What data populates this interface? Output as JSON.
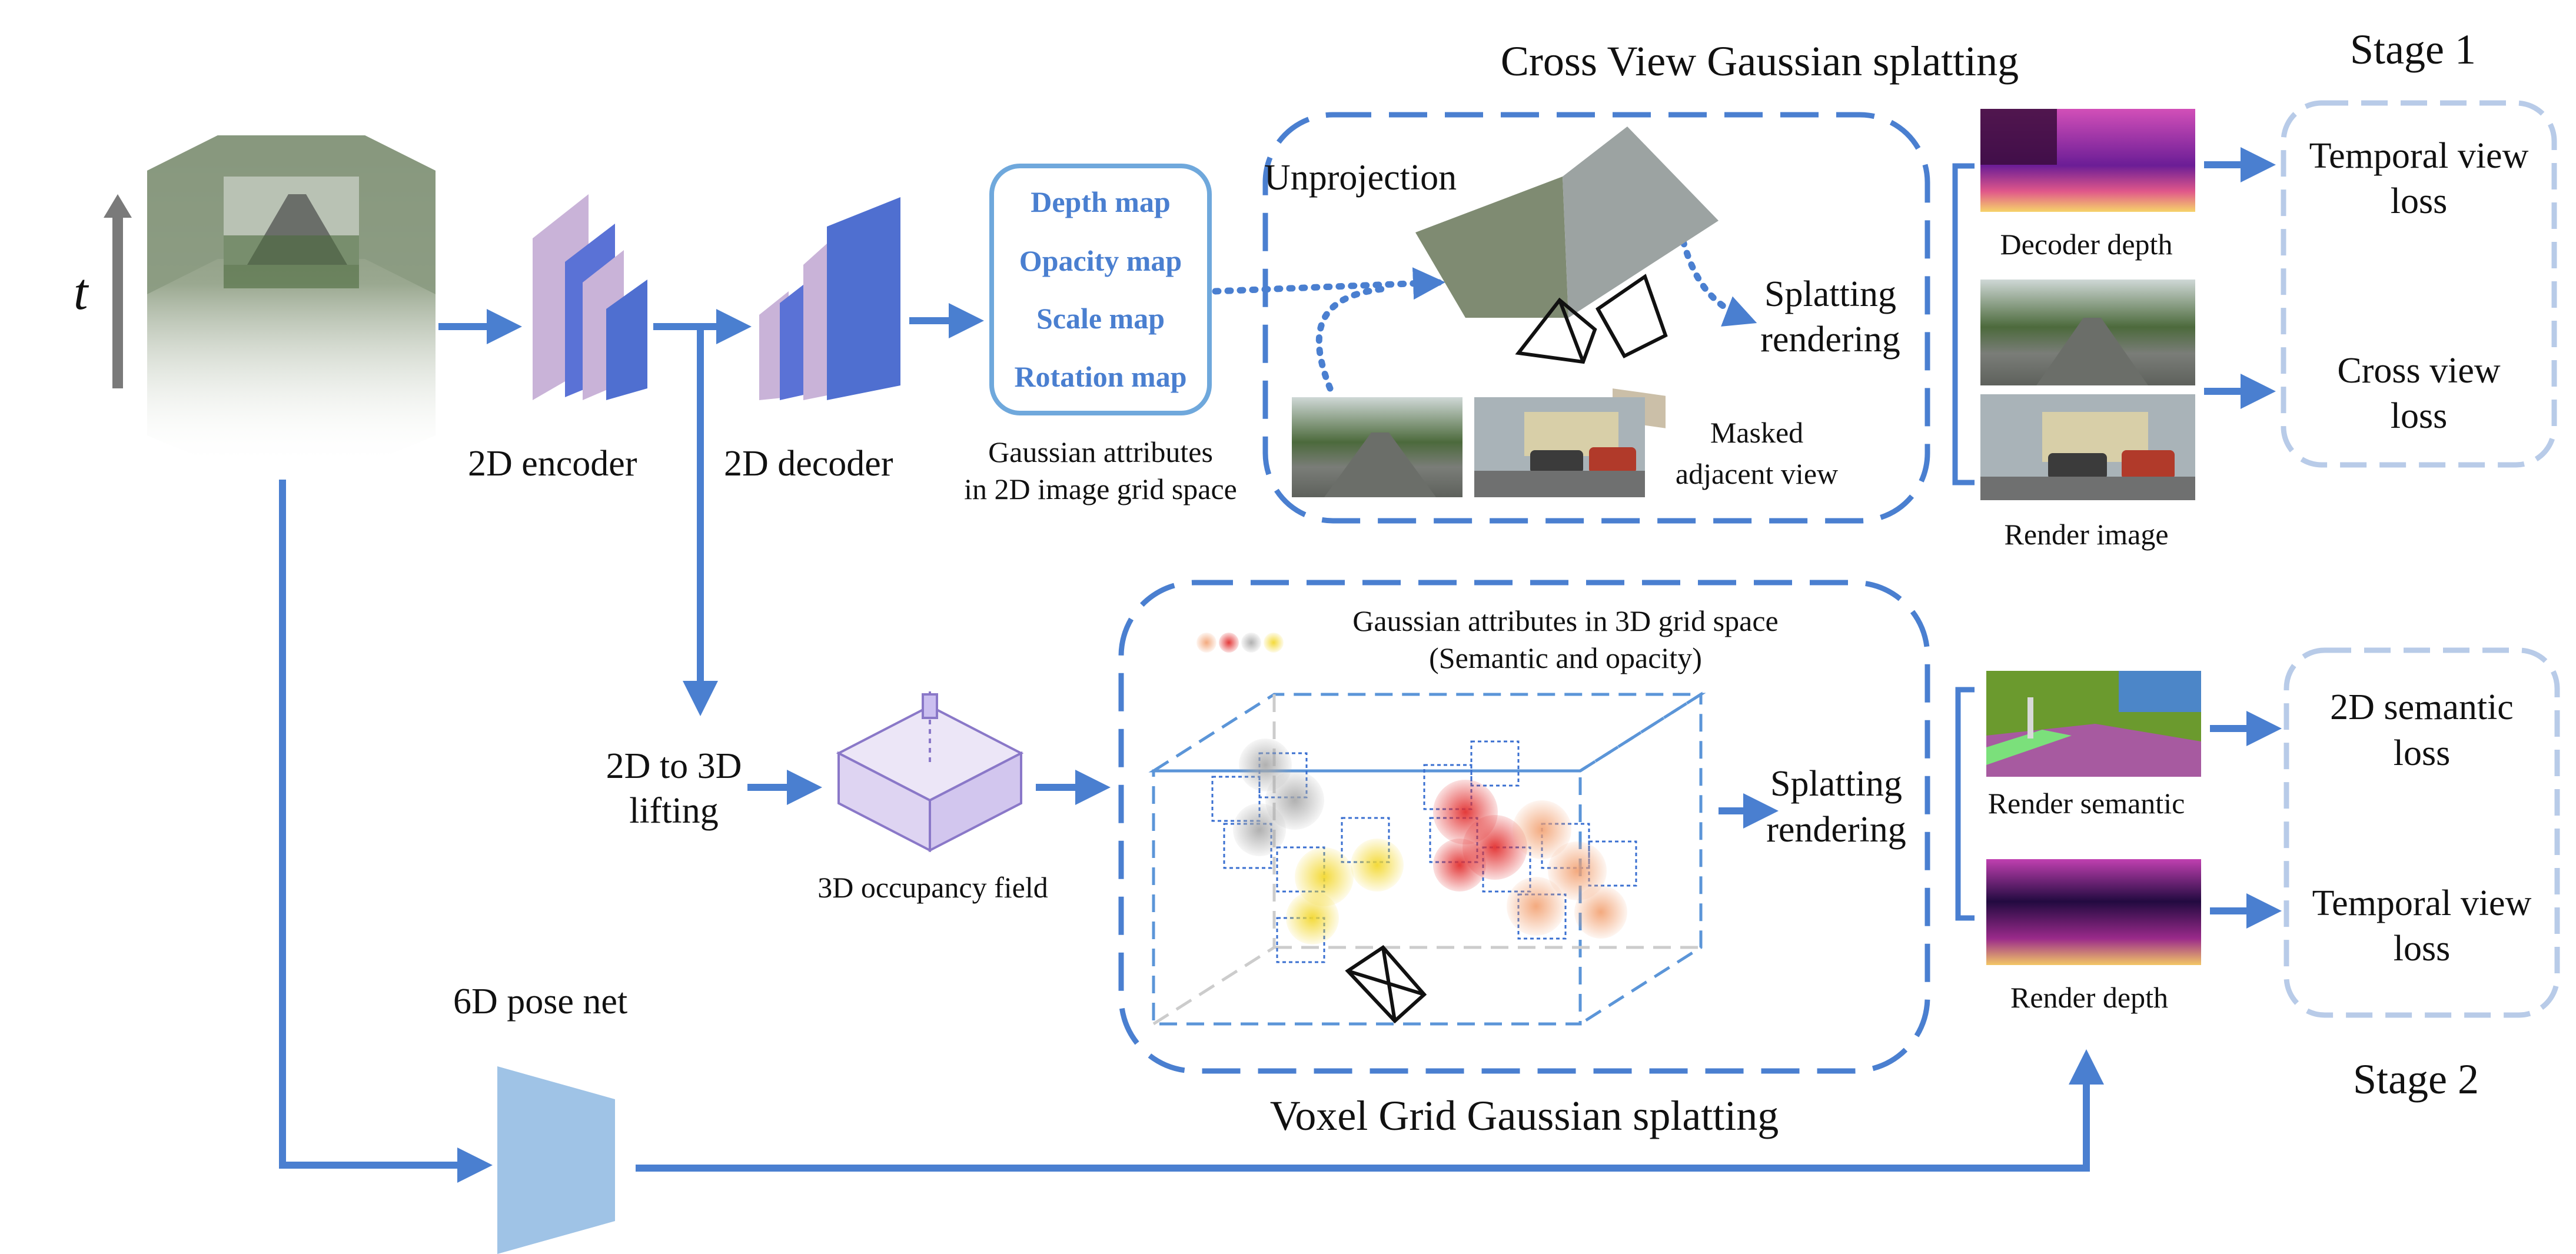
{
  "title_cross_view": "Cross View Gaussian splatting",
  "title_voxel_grid": "Voxel Grid Gaussian splatting",
  "stage1": "Stage 1",
  "stage2": "Stage 2",
  "time_symbol": "t",
  "encoder_label": "2D encoder",
  "decoder_label": "2D decoder",
  "attr_maps": [
    "Depth map",
    "Opacity map",
    "Scale map",
    "Rotation map"
  ],
  "gaussian_2d_caption": [
    "Gaussian attributes",
    "in 2D image grid space"
  ],
  "unprojection": "Unprojection",
  "splatting_rendering_top": [
    "Splatting",
    "rendering"
  ],
  "masked_adjacent": [
    "Masked",
    "adjacent view"
  ],
  "decoder_depth": "Decoder depth",
  "render_image": "Render image",
  "loss_temporal_1": [
    "Temporal view",
    "loss"
  ],
  "loss_cross": [
    "Cross view",
    "loss"
  ],
  "lifting": [
    "2D to 3D",
    "lifting"
  ],
  "occupancy": "3D occupancy field",
  "gaussian_3d_caption": [
    "Gaussian attributes in 3D grid space",
    "(Semantic and opacity)"
  ],
  "splatting_rendering_bottom": [
    "Splatting",
    "rendering"
  ],
  "render_semantic": "Render semantic",
  "render_depth": "Render depth",
  "loss_semantic": [
    "2D semantic",
    "loss"
  ],
  "loss_temporal_2": [
    "Temporal view",
    "loss"
  ],
  "pose_net": "6D pose net",
  "colors": {
    "accent_blue": "#4a7fd0",
    "dashed_light": "#b8cbe8",
    "encoder_purple": "#c9b3d8",
    "encoder_blue": "#4f6fd0",
    "pose_blue": "#9fc3e6"
  }
}
